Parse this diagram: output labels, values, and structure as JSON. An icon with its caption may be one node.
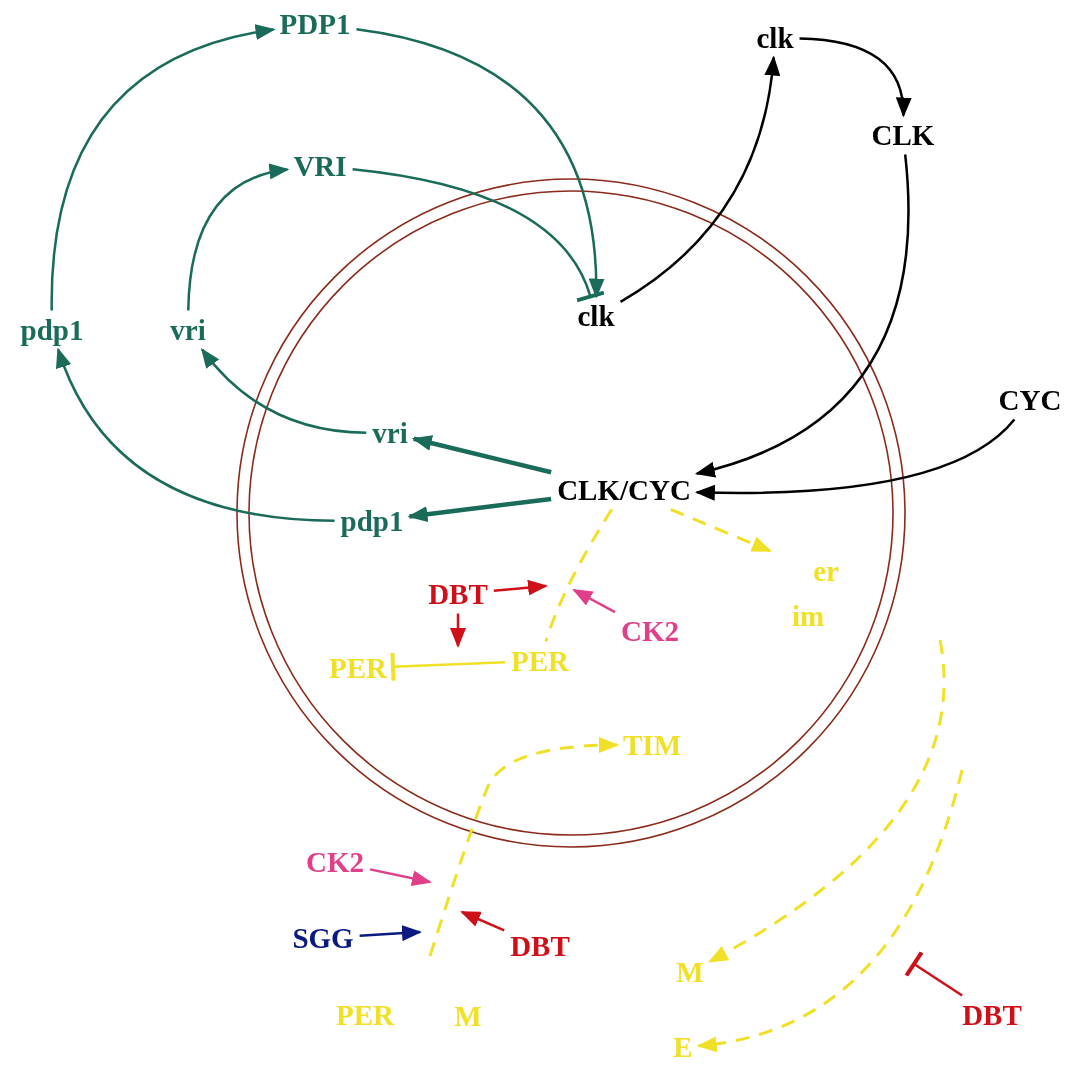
{
  "diagram": {
    "nodes": [
      {
        "text": [
          "PDP1"
        ]
      },
      {
        "text": [
          "VRI"
        ]
      },
      {
        "text": [
          "pdp1"
        ]
      },
      {
        "text": [
          "vri"
        ]
      },
      {
        "text": [
          "vri"
        ]
      },
      {
        "text": [
          "pdp1"
        ]
      },
      {
        "text": [
          "CLK/CYC"
        ]
      },
      {
        "text": [
          "clk"
        ]
      },
      {
        "text": [
          "clk"
        ]
      },
      {
        "text": [
          "CLK"
        ]
      },
      {
        "text": [
          "CYC"
        ]
      },
      {
        "text": [
          "DBT"
        ]
      },
      {
        "text": [
          "CK2"
        ]
      },
      {
        "text": [
          "PER"
        ]
      },
      {
        "text": [
          "PER"
        ]
      },
      {
        "text": [
          "TIM"
        ]
      },
      {
        "text": [
          "CK2"
        ]
      },
      {
        "text": [
          "SGG"
        ]
      },
      {
        "text": [
          "DBT"
        ]
      },
      {
        "text": [
          "PER"
        ]
      },
      {
        "text": [
          "DBT"
        ]
      },
      {
        "text": [
          "M"
        ]
      },
      {
        "text": [
          "E"
        ]
      }
    ],
    "edges": [
      {
        "from": 2,
        "to": 0,
        "arrow": "to"
      },
      {
        "from": 0,
        "to": 7,
        "arrow": "to"
      },
      {
        "from": 3,
        "to": 1,
        "arrow": "to"
      },
      {
        "from": 1,
        "to": 7,
        "arrow": "other"
      },
      {
        "from": 7,
        "to": 8,
        "arrow": "to",
        "color": "#000000"
      },
      {
        "from": 8,
        "to": 9,
        "arrow": "to",
        "color": "#000000"
      },
      {
        "from": 9,
        "to": 6,
        "arrow": "to",
        "color": "#000000"
      },
      {
        "from": 10,
        "to": 6,
        "arrow": "to",
        "color": "#000000"
      },
      {
        "from": 6,
        "to": 4,
        "arrow": "to",
        "style": "thick"
      },
      {
        "from": 6,
        "to": 5,
        "arrow": "to",
        "style": "thick"
      },
      {
        "from": 4,
        "to": 3,
        "arrow": "to"
      },
      {
        "from": 5,
        "to": 2,
        "arrow": "to"
      },
      {
        "from": 11,
        "to": null,
        "arrow": "to",
        "color": "#d01018"
      },
      {
        "from": 11,
        "to": null,
        "arrow": "to",
        "color": "#d01018"
      },
      {
        "from": 12,
        "to": null,
        "arrow": "to",
        "color": "#e0408a"
      },
      {
        "from": 14,
        "to": 13,
        "arrow": "other",
        "color": "#f0e028"
      },
      {
        "from": 16,
        "to": null,
        "arrow": "to",
        "color": "#e0408a"
      },
      {
        "from": 17,
        "to": null,
        "arrow": "to",
        "color": "#0a1a80"
      },
      {
        "from": 18,
        "to": null,
        "arrow": "to",
        "color": "#d01018"
      },
      {
        "from": null,
        "to": 15,
        "arrow": "to",
        "style": "dashed",
        "color": "#f0e028"
      },
      {
        "from": 6,
        "to": 14,
        "arrow": "none",
        "style": "dashed",
        "color": "#f0e028"
      },
      {
        "from": 6,
        "to": null,
        "arrow": "to",
        "style": "dashed",
        "color": "#f0e028"
      },
      {
        "from": null,
        "to": 21,
        "arrow": "to",
        "style": "dashed",
        "color": "#f0e028"
      },
      {
        "from": null,
        "to": 22,
        "arrow": "to",
        "style": "dashed",
        "color": "#f0e028"
      },
      {
        "from": 20,
        "to": null,
        "arrow": "other",
        "color": "#d01018"
      }
    ],
    "labels": [
      "er",
      "im",
      "M"
    ]
  }
}
